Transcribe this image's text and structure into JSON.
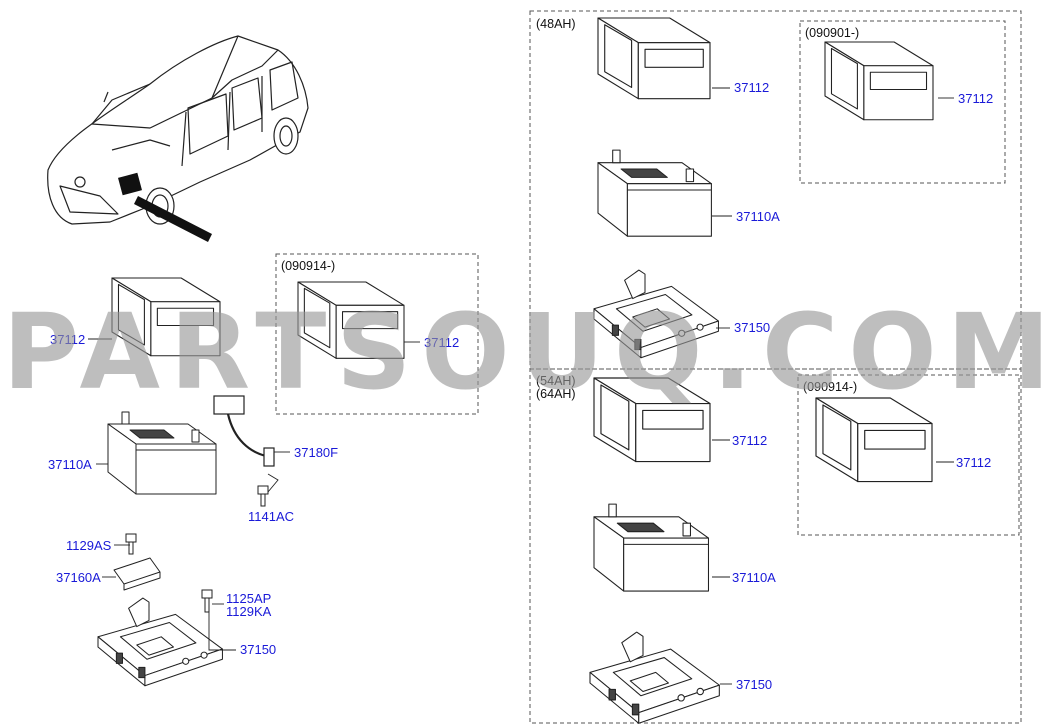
{
  "groups": {
    "left_variant": "(090914-)",
    "right_48ah": "(48AH)",
    "right_48ah_variant": "(090901-)",
    "right_54_64ah_line1": "(54AH)",
    "right_54_64ah_line2": "(64AH)",
    "right_54_64ah_variant": "(090914-)"
  },
  "parts": {
    "p1": "37112",
    "p2": "37112",
    "p3": "37110A",
    "p4": "37180F",
    "p5": "1141AC",
    "p6": "1129AS",
    "p7": "37160A",
    "p8": "1125AP",
    "p9": "1129KA",
    "p10": "37150",
    "p11": "37112",
    "p12": "37112",
    "p13": "37110A",
    "p14": "37150",
    "p15": "37112",
    "p16": "37112",
    "p17": "37110A",
    "p18": "37150"
  },
  "watermark": "PARTSOUQ.COM",
  "colors": {
    "part_link": "#1a1ad8",
    "line_art": "#222222",
    "fill": "#ffffff",
    "watermark": "#969696"
  }
}
